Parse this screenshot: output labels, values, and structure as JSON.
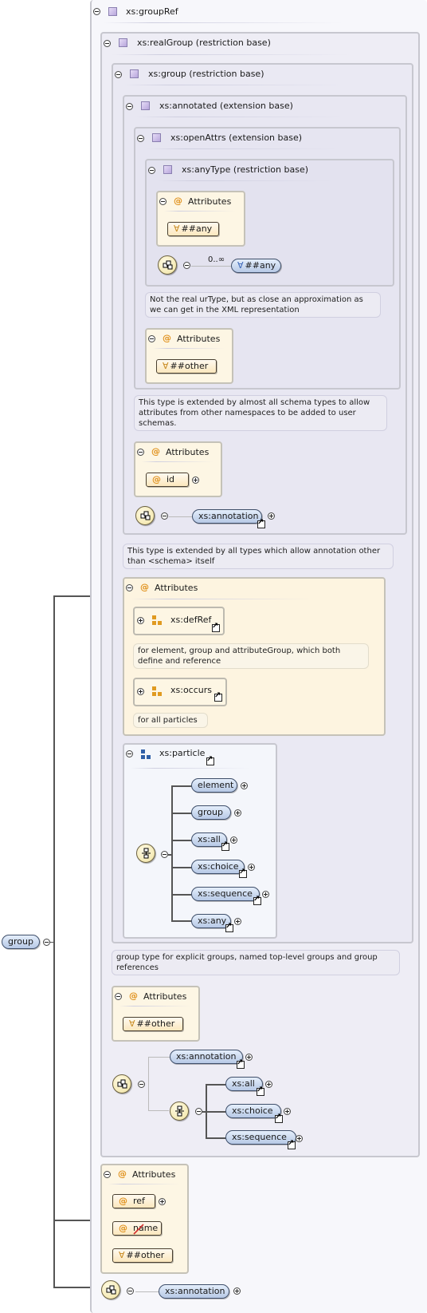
{
  "root": {
    "label": "group"
  },
  "group_ref": {
    "title": "xs:groupRef"
  },
  "real_group": {
    "title": "xs:realGroup (restriction base)"
  },
  "group_type": {
    "title": "xs:group (restriction base)"
  },
  "annotated": {
    "title": "xs:annotated (extension base)"
  },
  "open_attrs": {
    "title": "xs:openAttrs (extension base)"
  },
  "any_type": {
    "title": "xs:anyType (restriction base)",
    "attributes_label": "Attributes",
    "attr_wildcard": "##any",
    "occurs": "0..∞",
    "element_wildcard": "##any",
    "doc": "Not the real urType, but as close an approximation as we can get in the XML representation"
  },
  "open_attrs_attrs": {
    "label": "Attributes",
    "wildcard": "##other",
    "doc": "This type is extended by almost all schema types to allow attributes from other namespaces to be added to user schemas."
  },
  "annotated_attrs": {
    "label": "Attributes",
    "id": "id",
    "annotation": "xs:annotation",
    "doc": "This type is extended by all types which allow annotation other than <schema> itself"
  },
  "group_attrs": {
    "label": "Attributes",
    "def_ref": "xs:defRef",
    "def_ref_doc": "for element, group and attributeGroup, which both define and reference",
    "occurs": "xs:occurs",
    "occurs_doc": "for all particles"
  },
  "particle": {
    "title": "xs:particle",
    "items": [
      "element",
      "group",
      "xs:all",
      "xs:choice",
      "xs:sequence",
      "xs:any"
    ]
  },
  "group_doc": "group type for explicit groups, named top-level groups and group references",
  "real_group_attrs": {
    "label": "Attributes",
    "wildcard": "##other"
  },
  "real_group_content": {
    "annotation": "xs:annotation",
    "choices": [
      "xs:all",
      "xs:choice",
      "xs:sequence"
    ]
  },
  "group_ref_attrs": {
    "label": "Attributes",
    "ref": "ref",
    "name": "name",
    "wildcard": "##other"
  },
  "group_ref_content": {
    "annotation": "xs:annotation"
  },
  "icons": {
    "type": "type-icon",
    "attribute": "at-icon",
    "wildcard": "wildcard-icon",
    "sequence": "sequence-icon",
    "choice": "choice-icon",
    "attr_group": "attribute-group-icon",
    "model_group": "model-group-icon",
    "link": "link-arrow-icon"
  },
  "colors": {
    "type_box": "#eeedf5",
    "attr_box": "#fdf6e4",
    "pill": "#c9d8ef",
    "attr_pill": "#fbe7bd",
    "at_symbol": "#e0901a"
  }
}
